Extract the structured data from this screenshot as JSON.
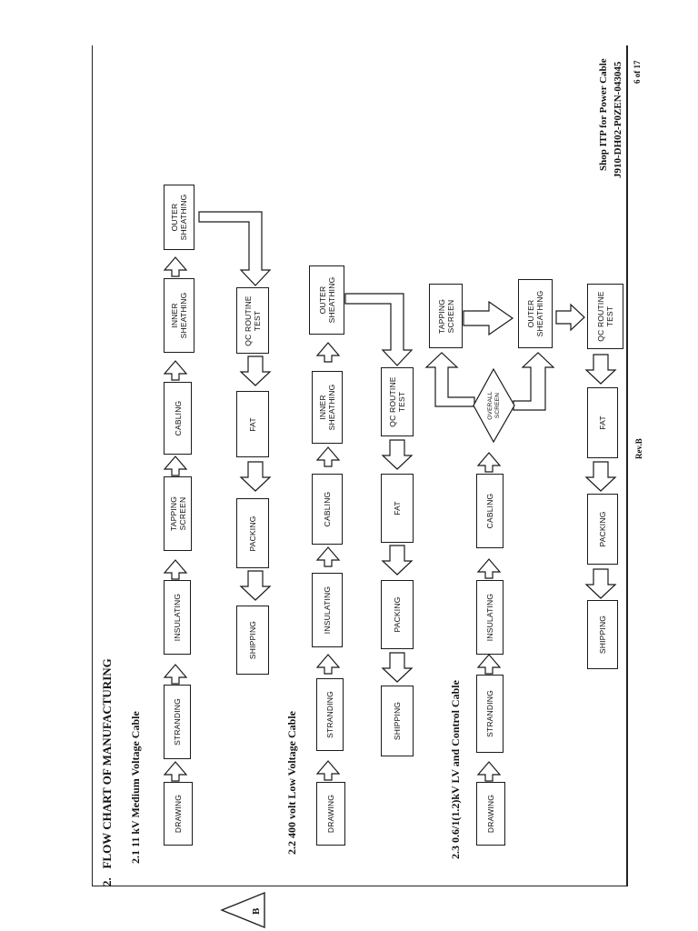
{
  "header": {
    "title": "Shop ITP for Power Cable",
    "doc_number": "J910-DH02-P0ZEN-043045",
    "page": "6 of 17",
    "revision": "Rev.B"
  },
  "section": {
    "number": "2.",
    "title": "FLOW CHART OF MANUFACTURING"
  },
  "revision_marker": "B",
  "charts": [
    {
      "heading": "2.1 11 kV Medium Voltage Cable",
      "steps": [
        "DRAWING",
        "STRANDING",
        "INSULATING",
        "TAPPING\nSCREEN",
        "CABLING",
        "INNER\nSHEATHING",
        "OUTER\nSHEATHING",
        "QC ROUTINE\nTEST",
        "FAT",
        "PACKING",
        "SHIPPING"
      ]
    },
    {
      "heading": "2.2 400 volt Low Voltage Cable",
      "steps": [
        "DRAWING",
        "STRANDING",
        "INSULATING",
        "CABLING",
        "INNER\nSHEATHING",
        "OUTER\nSHEATHING",
        "QC ROUTINE\nTEST",
        "FAT",
        "PACKING",
        "SHIPPING"
      ]
    },
    {
      "heading": "2.3 0.6/1(1.2)kV LV and Control Cable",
      "steps": [
        "DRAWING",
        "STRANDING",
        "INSULATING",
        "CABLING",
        "OVERALL\nSCREEN",
        "TAPPING\nSCREEN",
        "OUTER\nSHEATHING",
        "QC ROUTINE\nTEST",
        "FAT",
        "PACKING",
        "SHIPPING"
      ]
    }
  ]
}
